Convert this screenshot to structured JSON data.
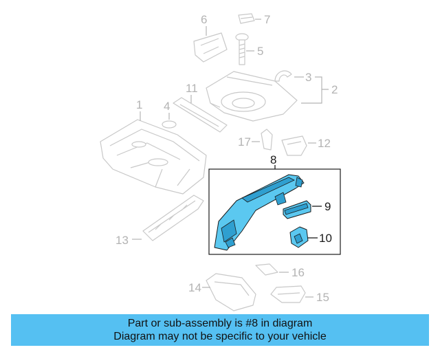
{
  "callouts": {
    "c1": "1",
    "c2": "2",
    "c3": "3",
    "c4": "4",
    "c5": "5",
    "c6": "6",
    "c7": "7",
    "c8": "8",
    "c9": "9",
    "c10": "10",
    "c11": "11",
    "c12": "12",
    "c13": "13",
    "c14": "14",
    "c15": "15",
    "c16": "16",
    "c17": "17"
  },
  "banner": {
    "line1": "Part or sub-assembly is #8 in diagram",
    "line2": "Diagram may not be specific to your vehicle"
  },
  "colors": {
    "highlight": "#5bc8f0",
    "banner": "#55c0f2"
  }
}
